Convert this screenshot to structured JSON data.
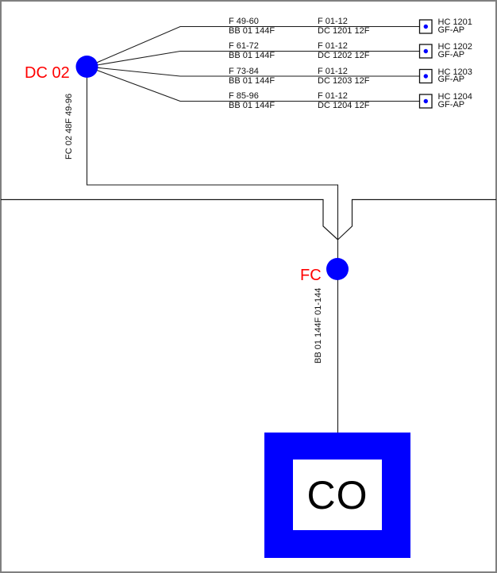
{
  "nodes": {
    "dc": {
      "label": "DC 02"
    },
    "fc": {
      "label": "FC"
    },
    "co": {
      "label": "CO"
    }
  },
  "cables": {
    "feeder_label": "FC 02 48F 49-96",
    "backbone_label": "BB 01 144F 01-144"
  },
  "rows": [
    {
      "fibers": "F 49-60",
      "cable": "BB 01 144F",
      "drop_fibers": "F 01-12",
      "drop_cable": "DC 1201 12F",
      "node": "HC 1201",
      "type": "GF-AP"
    },
    {
      "fibers": "F 61-72",
      "cable": "BB 01 144F",
      "drop_fibers": "F 01-12",
      "drop_cable": "DC 1202 12F",
      "node": "HC 1202",
      "type": "GF-AP"
    },
    {
      "fibers": "F 73-84",
      "cable": "BB 01 144F",
      "drop_fibers": "F 01-12",
      "drop_cable": "DC 1203 12F",
      "node": "HC 1203",
      "type": "GF-AP"
    },
    {
      "fibers": "F 85-96",
      "cable": "BB 01 144F",
      "drop_fibers": "F 01-12",
      "drop_cable": "DC 1204 12F",
      "node": "HC 1204",
      "type": "GF-AP"
    }
  ],
  "colors": {
    "node_blue": "#0000ff",
    "label_red": "#ff0000",
    "line": "#1a1a1a",
    "border_gray": "#808080"
  }
}
